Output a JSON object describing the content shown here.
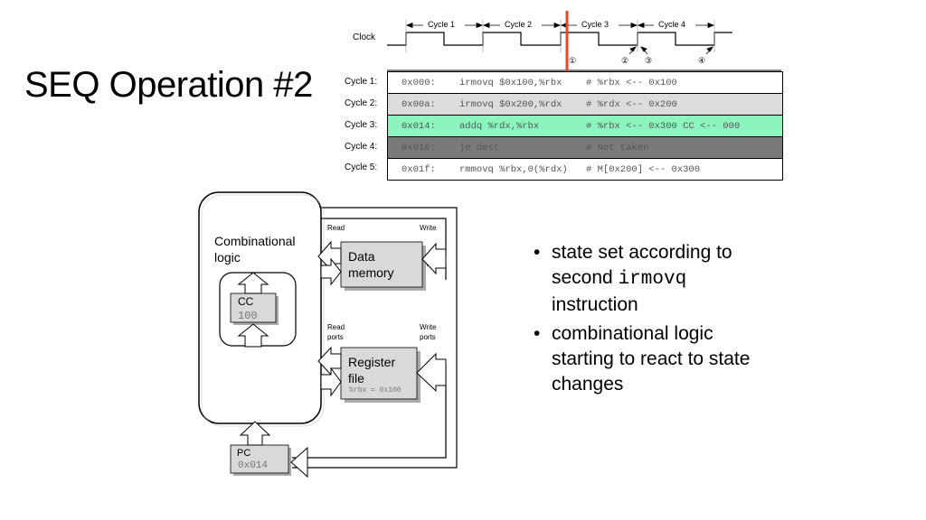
{
  "slide": {
    "title": "SEQ Operation #2"
  },
  "timing": {
    "clock_label": "Clock",
    "cycles": [
      "Cycle 1",
      "Cycle 2",
      "Cycle 3",
      "Cycle 4"
    ],
    "markers": [
      "①",
      "②",
      "③",
      "④"
    ],
    "current_time_color": "#e8452a"
  },
  "instructions": [
    {
      "cycle": "Cycle 1:",
      "addr": "0x000:",
      "op": "irmovq $0x100,%rbx",
      "comment": "# %rbx <-- 0x100",
      "bg": "#ffffff"
    },
    {
      "cycle": "Cycle 2:",
      "addr": "0x00a:",
      "op": "irmovq $0x200,%rdx",
      "comment": "# %rdx <-- 0x200",
      "bg": "#dcdcdc"
    },
    {
      "cycle": "Cycle 3:",
      "addr": "0x014:",
      "op": "addq %rdx,%rbx",
      "comment": "# %rbx <-- 0x300 CC <-- 000",
      "bg": "#8cf5bf"
    },
    {
      "cycle": "Cycle 4:",
      "addr": "0x016:",
      "op": "je dest",
      "comment": "# Not taken",
      "bg": "#7a7a7a"
    },
    {
      "cycle": "Cycle 5:",
      "addr": "0x01f:",
      "op": "rmmovq %rbx,0(%rdx)",
      "comment": "# M[0x200] <-- 0x300",
      "bg": "#ffffff"
    }
  ],
  "diagram": {
    "combinational_logic": "Combinational logic",
    "cc_label": "CC",
    "cc_value": "100",
    "data_memory": "Data memory",
    "register_file": "Register file",
    "register_value": "%rbx = 0x100",
    "read": "Read",
    "write": "Write",
    "read_ports": "Read ports",
    "write_ports": "Write ports",
    "pc_label": "PC",
    "pc_value": "0x014"
  },
  "bullets": [
    {
      "pre": "state set according to second ",
      "code": "irmovq",
      "post": " instruction"
    },
    {
      "pre": "combinational logic starting to react to state changes",
      "code": "",
      "post": ""
    }
  ]
}
